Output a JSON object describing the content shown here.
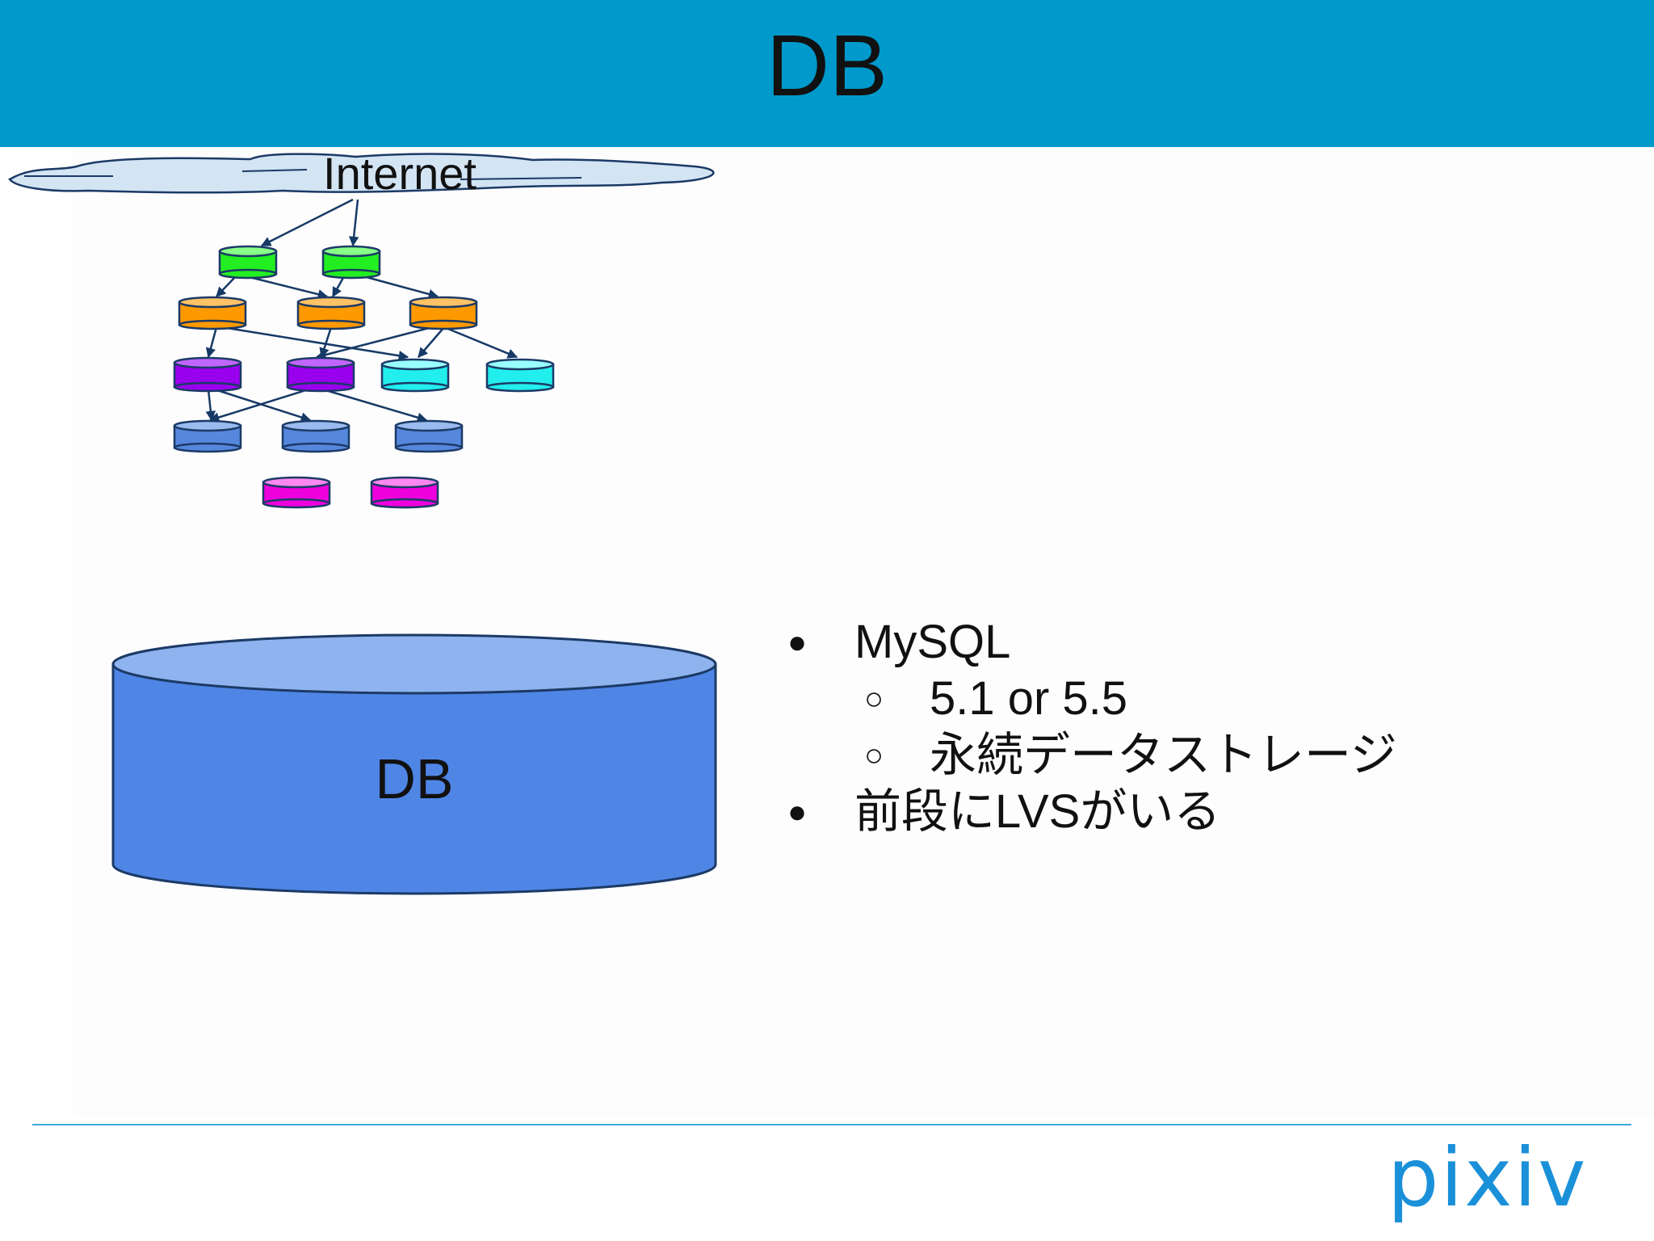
{
  "slide": {
    "title": "DB"
  },
  "diagram": {
    "cloud_label": "Internet",
    "db_label": "DB",
    "colors": {
      "header": "#0099cc",
      "green": "#22ee22",
      "orange": "#ff9900",
      "purple": "#9900ee",
      "cyan": "#22eeee",
      "blue": "#5588dd",
      "magenta": "#ee00dd",
      "db_body": "#4f86e6",
      "db_top": "#8fb3ee"
    }
  },
  "bullets": [
    {
      "level": 1,
      "marker": "●",
      "text": "MySQL"
    },
    {
      "level": 2,
      "marker": "○",
      "text": "5.1 or 5.5"
    },
    {
      "level": 2,
      "marker": "○",
      "text": "永続データストレージ"
    },
    {
      "level": 1,
      "marker": "●",
      "text": "前段にLVSがいる"
    }
  ],
  "logo": {
    "text": "pixiv",
    "color": "#1a90d9"
  }
}
